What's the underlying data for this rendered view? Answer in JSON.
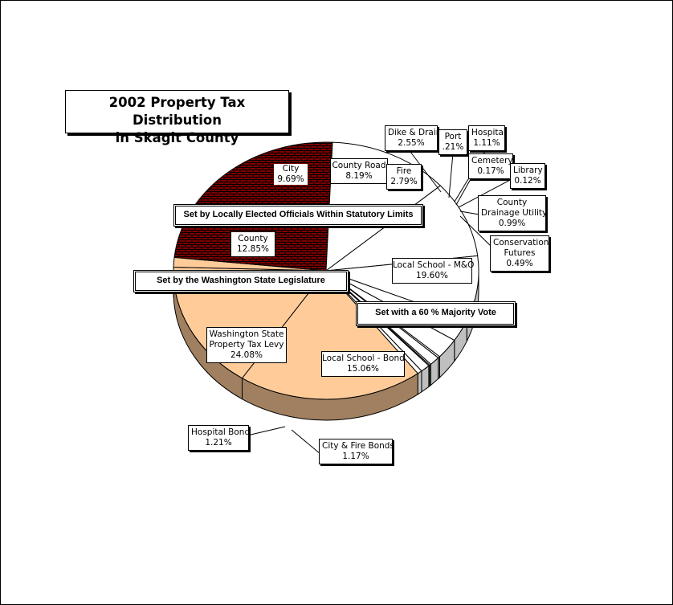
{
  "chart_data": {
    "type": "pie",
    "title": "2002 Property Tax Distribution in Skagit County",
    "title_lines": [
      "2002 Property Tax Distribution",
      "in Skagit County"
    ],
    "slices": [
      {
        "label": "Local School - M&O",
        "value_text": "19.60%",
        "value": 19.6,
        "color": "#ffcc99"
      },
      {
        "label": "Local School - Bond",
        "value_text": "15.06%",
        "value": 15.06,
        "color": "#ffcc99"
      },
      {
        "label": "City & Fire Bonds",
        "value_text": "1.17%",
        "value": 1.17,
        "color": "#ffcc99"
      },
      {
        "label": "Hospital Bond",
        "value_text": "1.21%",
        "value": 1.21,
        "color": "#ffcc99"
      },
      {
        "label": "Washington State Property Tax Levy",
        "value_text": "24.08%",
        "value": 24.08,
        "color": "#800000"
      },
      {
        "label": "County",
        "value_text": "12.85%",
        "value": 12.85,
        "color": "#ffffff"
      },
      {
        "label": "City",
        "value_text": "9.69%",
        "value": 9.69,
        "color": "#ffffff"
      },
      {
        "label": "County Road",
        "value_text": "8.19%",
        "value": 8.19,
        "color": "#ffffff"
      },
      {
        "label": "Fire",
        "value_text": "2.79%",
        "value": 2.79,
        "color": "#ffffff"
      },
      {
        "label": "Dike & Drain",
        "value_text": "2.55%",
        "value": 2.55,
        "color": "#ffffff"
      },
      {
        "label": "Port",
        "value_text": ".21%",
        "value": 0.21,
        "color": "#ffffff"
      },
      {
        "label": "Hospital",
        "value_text": "1.11%",
        "value": 1.11,
        "color": "#ffffff"
      },
      {
        "label": "Cemetery",
        "value_text": "0.17%",
        "value": 0.17,
        "color": "#ffffff"
      },
      {
        "label": "Library",
        "value_text": "0.12%",
        "value": 0.12,
        "color": "#ffffff"
      },
      {
        "label": "County Drainage Utility",
        "value_text": "0.99%",
        "value": 0.99,
        "color": "#ffffff"
      },
      {
        "label": "Conservation Futures",
        "value_text": "0.49%",
        "value": 0.49,
        "color": "#ffffff"
      }
    ],
    "groups": [
      {
        "label": "Set by Locally  Elected Officials Within Statutory Limits"
      },
      {
        "label": "Set by the Washington State Legislature"
      },
      {
        "label": "Set with a 60 % Majority Vote"
      }
    ],
    "label_texts": {
      "city": [
        "City",
        "9.69%"
      ],
      "county_road": [
        "County Road",
        "8.19%"
      ],
      "fire": [
        "Fire",
        "2.79%"
      ],
      "county": [
        "County",
        "12.85%"
      ],
      "dike": [
        "Dike & Drain",
        "2.55%"
      ],
      "port": [
        "Port",
        ".21%"
      ],
      "hospital": [
        "Hospital",
        "1.11%"
      ],
      "cemetery": [
        "Cemetery",
        "0.17%"
      ],
      "library": [
        "Library",
        "0.12%"
      ],
      "drainage": [
        "County",
        "Drainage Utility",
        "0.99%"
      ],
      "conservation": [
        "Conservation",
        "Futures",
        "0.49%"
      ],
      "mo": [
        "Local School - M&O",
        "19.60%"
      ],
      "bond": [
        "Local School - Bond",
        "15.06%"
      ],
      "wa": [
        "Washington State",
        "Property Tax Levy",
        "24.08%"
      ],
      "hospital_bond": [
        "Hospital Bond",
        "1.21%"
      ],
      "city_fire": [
        "City & Fire Bonds",
        "1.17%"
      ]
    },
    "colors": {
      "school": "#ffcc99",
      "school_side": "#a08060",
      "state": "#800000",
      "state_brick": "#000000",
      "local": "#ffffff"
    }
  }
}
